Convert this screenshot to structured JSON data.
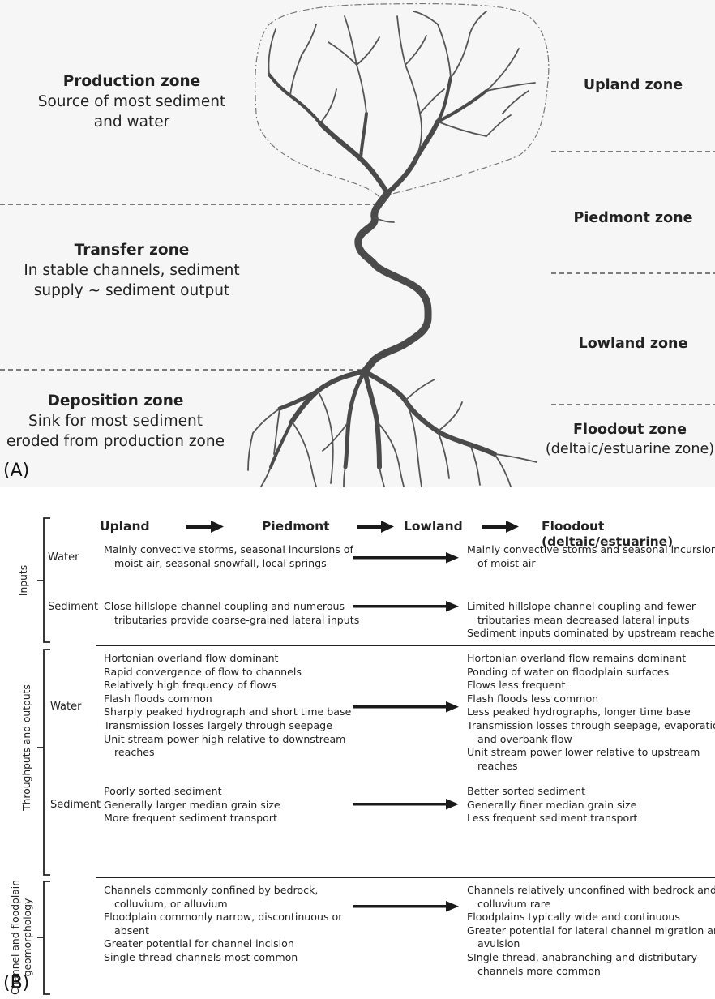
{
  "partA": {
    "panel_label": "(A)",
    "left_zones": [
      {
        "title": "Production zone",
        "lines": [
          "Source of most sediment",
          "and water"
        ]
      },
      {
        "title": "Transfer zone",
        "lines": [
          "In stable channels, sediment",
          "supply ~ sediment output"
        ]
      },
      {
        "title": "Deposition zone",
        "lines": [
          "Sink for most sediment",
          "eroded from production zone"
        ]
      }
    ],
    "right_zones": [
      {
        "title": "Upland zone",
        "sub": ""
      },
      {
        "title": "Piedmont zone",
        "sub": ""
      },
      {
        "title": "Lowland zone",
        "sub": ""
      },
      {
        "title": "Floodout zone",
        "sub": "(deltaic/estuarine zone)"
      }
    ]
  },
  "partB": {
    "panel_label": "(B)",
    "header": [
      "Upland",
      "Piedmont",
      "Lowland",
      "Floodout",
      "(deltaic/estuarine)"
    ],
    "groups": [
      {
        "label": [
          "Inputs"
        ],
        "rows": [
          {
            "label": "Water",
            "left": [
              {
                "t": "Mainly convective storms, seasonal incursions of",
                "i": false
              },
              {
                "t": "moist air, seasonal snowfall, local springs",
                "i": true
              }
            ],
            "right": [
              {
                "t": "Mainly convective storms and seasonal incursions",
                "i": false
              },
              {
                "t": "of moist air",
                "i": true
              }
            ]
          },
          {
            "label": "Sediment",
            "left": [
              {
                "t": "Close hillslope-channel coupling and numerous",
                "i": false
              },
              {
                "t": "tributaries provide  coarse-grained lateral inputs",
                "i": true
              }
            ],
            "right": [
              {
                "t": "Limited hillslope-channel coupling and  fewer",
                "i": false
              },
              {
                "t": "tributaries mean decreased lateral inputs",
                "i": true
              },
              {
                "t": "Sediment inputs   dominated by upstream reaches",
                "i": false
              }
            ]
          }
        ]
      },
      {
        "label": [
          "Throughputs and outputs"
        ],
        "rows": [
          {
            "label": "Water",
            "left": [
              {
                "t": "Hortonian overland flow dominant",
                "i": false
              },
              {
                "t": "Rapid convergence of flow to channels",
                "i": false
              },
              {
                "t": "Relatively high frequency of flows",
                "i": false
              },
              {
                "t": "Flash floods common",
                "i": false
              },
              {
                "t": "Sharply peaked hydrograph and short time base",
                "i": false
              },
              {
                "t": "Transmission losses largely through seepage",
                "i": false
              },
              {
                "t": "Unit stream power high relative to downstream",
                "i": false
              },
              {
                "t": "reaches",
                "i": true
              }
            ],
            "right": [
              {
                "t": "Hortonian overland flow remains dominant",
                "i": false
              },
              {
                "t": "Ponding of water on floodplain surfaces",
                "i": false
              },
              {
                "t": "Flows less frequent",
                "i": false
              },
              {
                "t": "Flash floods less common",
                "i": false
              },
              {
                "t": "Less peaked hydrographs, longer time base",
                "i": false
              },
              {
                "t": "Transmission losses through seepage, evaporation",
                "i": false
              },
              {
                "t": "and overbank flow",
                "i": true
              },
              {
                "t": "Unit stream power lower relative to upstream",
                "i": false
              },
              {
                "t": "reaches",
                "i": true
              }
            ]
          },
          {
            "label": "Sediment",
            "left": [
              {
                "t": "Poorly sorted sediment",
                "i": false
              },
              {
                "t": "Generally larger median grain size",
                "i": false
              },
              {
                "t": "More frequent sediment transport",
                "i": false
              }
            ],
            "right": [
              {
                "t": "Better sorted sediment",
                "i": false
              },
              {
                "t": "Generally finer median grain size",
                "i": false
              },
              {
                "t": "Less frequent sediment transport",
                "i": false
              }
            ]
          }
        ]
      },
      {
        "label": [
          "Channel and floodplain",
          "geomorphology"
        ],
        "rows": [
          {
            "label": "",
            "left": [
              {
                "t": "Channels commonly confined by bedrock,",
                "i": false
              },
              {
                "t": "colluvium, or alluvium",
                "i": true
              },
              {
                "t": "Floodplain commonly narrow, discontinuous or",
                "i": false
              },
              {
                "t": "absent",
                "i": true
              },
              {
                "t": "Greater potential for channel incision",
                "i": false
              },
              {
                "t": "Single-thread channels most common",
                "i": false
              }
            ],
            "right": [
              {
                "t": "Channels relatively unconfined with bedrock and",
                "i": false
              },
              {
                "t": "colluvium rare",
                "i": true
              },
              {
                "t": "Floodplains typically wide and continuous",
                "i": false
              },
              {
                "t": "Greater potential for lateral channel migration and",
                "i": false
              },
              {
                "t": "avulsion",
                "i": true
              },
              {
                "t": "SIngle-thread, anabranching and distributary",
                "i": false
              },
              {
                "t": "channels more common",
                "i": true
              }
            ]
          }
        ]
      }
    ]
  }
}
